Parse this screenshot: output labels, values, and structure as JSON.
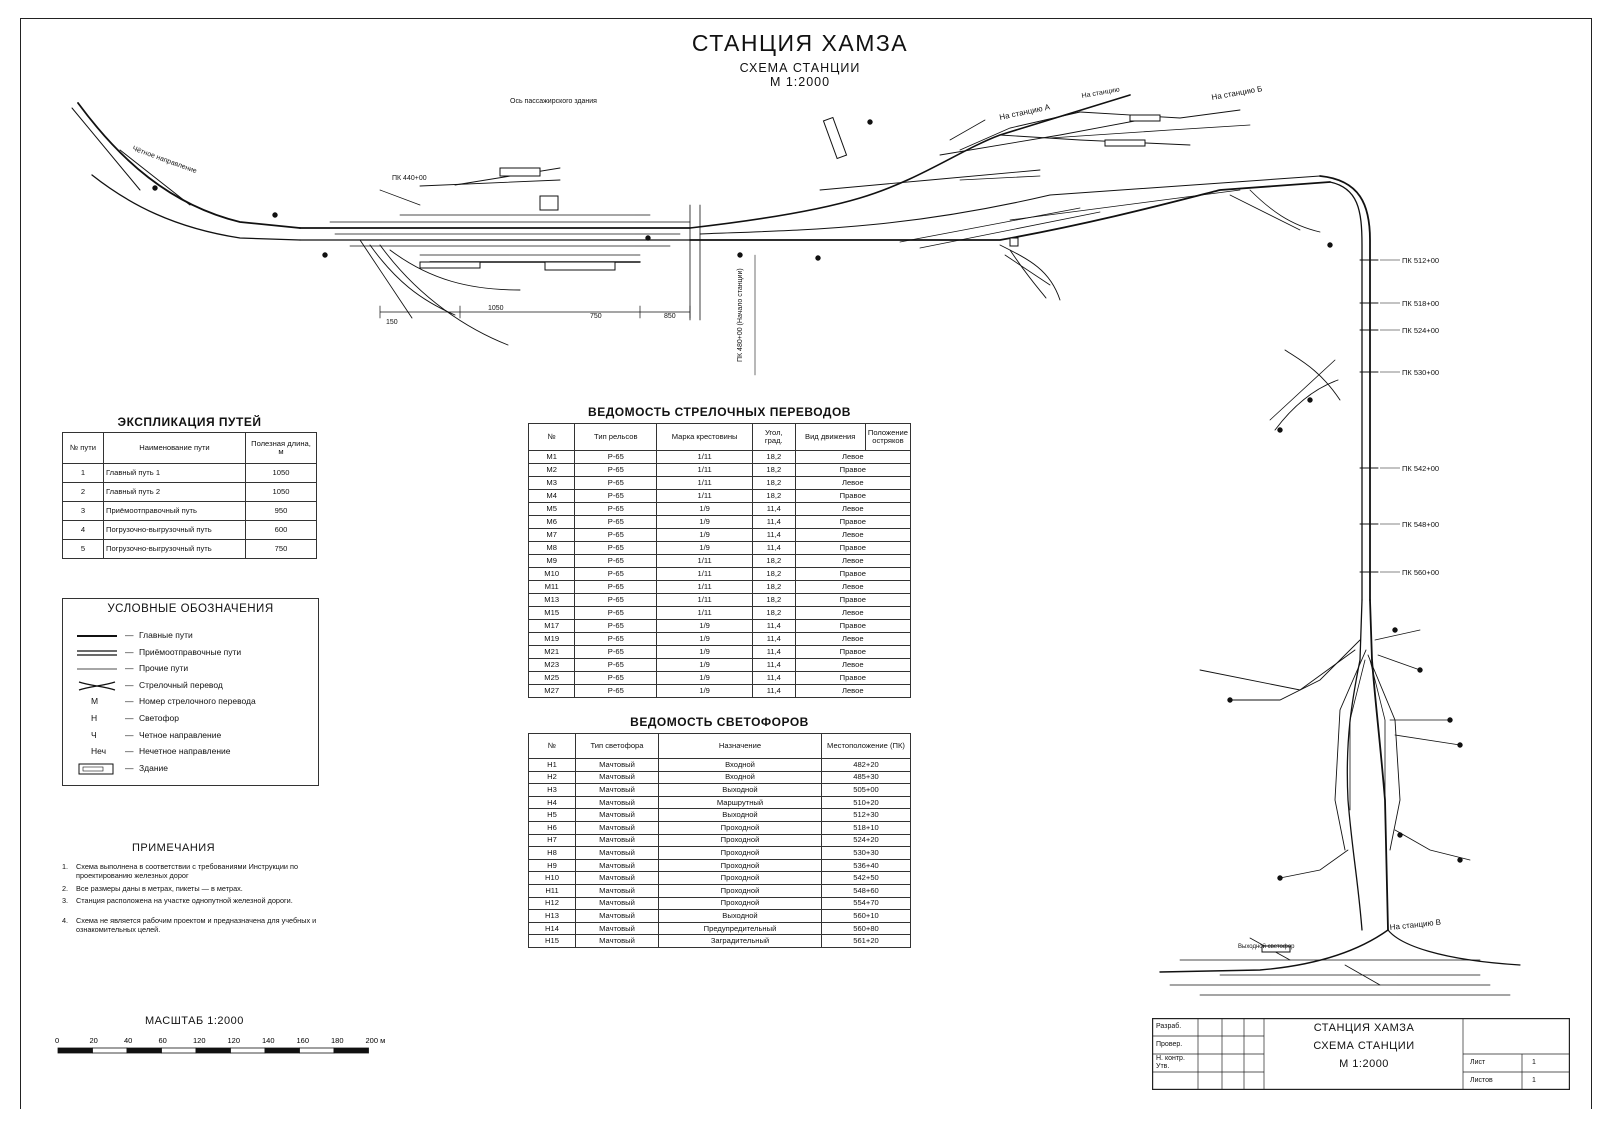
{
  "title": {
    "main": "СТАНЦИЯ ХАМЗА",
    "sub": "СХЕМА СТАНЦИИ",
    "scale": "М 1:2000"
  },
  "scheme_labels": {
    "direction_left": "Чётное направление",
    "passenger_building": "Ось пассажирского здания",
    "pk_left": "ПК 440+00",
    "to_station_a": "На станцию А",
    "to_station_b": "На станцию Б",
    "to_station_other": "На станцию",
    "to_station_v": "На станцию В",
    "pk_axis": "ПК 480+00 (Начало станции)",
    "dim_1": "150",
    "dim_2": "1050",
    "dim_3": "750",
    "dim_4": "850",
    "pk_marks": [
      "ПК 512+00",
      "ПК 518+00",
      "ПК 524+00",
      "ПК 530+00",
      "ПК 542+00",
      "ПК 548+00",
      "ПК 560+00"
    ],
    "exit_signal": "Выходной светофор"
  },
  "explication": {
    "title": "ЭКСПЛИКАЦИЯ ПУТЕЙ",
    "headers": [
      "№ пути",
      "Наименование пути",
      "Полезная длина, м"
    ],
    "rows": [
      [
        "1",
        "Главный путь 1",
        "1050"
      ],
      [
        "2",
        "Главный путь 2",
        "1050"
      ],
      [
        "3",
        "Приёмоотправочный путь",
        "950"
      ],
      [
        "4",
        "Погрузочно-выгрузочный путь",
        "600"
      ],
      [
        "5",
        "Погрузочно-выгрузочный путь",
        "750"
      ]
    ]
  },
  "switches": {
    "title": "ВЕДОМОСТЬ СТРЕЛОЧНЫХ ПЕРЕВОДОВ",
    "headers": [
      "№",
      "Тип рельсов",
      "Марка крестовины",
      "Угол, град.",
      "Вид движения",
      "Положение остряков"
    ],
    "rows": [
      [
        "М1",
        "Р-65",
        "1/11",
        "18,2",
        "Левое"
      ],
      [
        "М2",
        "Р-65",
        "1/11",
        "18,2",
        "Правое"
      ],
      [
        "М3",
        "Р-65",
        "1/11",
        "18,2",
        "Левое"
      ],
      [
        "М4",
        "Р-65",
        "1/11",
        "18,2",
        "Правое"
      ],
      [
        "М5",
        "Р-65",
        "1/9",
        "11,4",
        "Левое"
      ],
      [
        "М6",
        "Р-65",
        "1/9",
        "11,4",
        "Правое"
      ],
      [
        "М7",
        "Р-65",
        "1/9",
        "11,4",
        "Левое"
      ],
      [
        "М8",
        "Р-65",
        "1/9",
        "11,4",
        "Правое"
      ],
      [
        "М9",
        "Р-65",
        "1/11",
        "18,2",
        "Левое"
      ],
      [
        "М10",
        "Р-65",
        "1/11",
        "18,2",
        "Правое"
      ],
      [
        "М11",
        "Р-65",
        "1/11",
        "18,2",
        "Левое"
      ],
      [
        "М13",
        "Р-65",
        "1/11",
        "18,2",
        "Правое"
      ],
      [
        "М15",
        "Р-65",
        "1/11",
        "18,2",
        "Левое"
      ],
      [
        "М17",
        "Р-65",
        "1/9",
        "11,4",
        "Правое"
      ],
      [
        "М19",
        "Р-65",
        "1/9",
        "11,4",
        "Левое"
      ],
      [
        "М21",
        "Р-65",
        "1/9",
        "11,4",
        "Правое"
      ],
      [
        "М23",
        "Р-65",
        "1/9",
        "11,4",
        "Левое"
      ],
      [
        "М25",
        "Р-65",
        "1/9",
        "11,4",
        "Правое"
      ],
      [
        "М27",
        "Р-65",
        "1/9",
        "11,4",
        "Левое"
      ]
    ]
  },
  "signals": {
    "title": "ВЕДОМОСТЬ СВЕТОФОРОВ",
    "headers": [
      "№",
      "Тип светофора",
      "Назначение",
      "Местоположение (ПК)"
    ],
    "rows": [
      [
        "Н1",
        "Мачтовый",
        "Входной",
        "482+20"
      ],
      [
        "Н2",
        "Мачтовый",
        "Входной",
        "485+30"
      ],
      [
        "Н3",
        "Мачтовый",
        "Выходной",
        "505+00"
      ],
      [
        "Н4",
        "Мачтовый",
        "Маршрутный",
        "510+20"
      ],
      [
        "Н5",
        "Мачтовый",
        "Выходной",
        "512+30"
      ],
      [
        "Н6",
        "Мачтовый",
        "Проходной",
        "518+10"
      ],
      [
        "Н7",
        "Мачтовый",
        "Проходной",
        "524+20"
      ],
      [
        "Н8",
        "Мачтовый",
        "Проходной",
        "530+30"
      ],
      [
        "Н9",
        "Мачтовый",
        "Проходной",
        "536+40"
      ],
      [
        "Н10",
        "Мачтовый",
        "Проходной",
        "542+50"
      ],
      [
        "Н11",
        "Мачтовый",
        "Проходной",
        "548+60"
      ],
      [
        "Н12",
        "Мачтовый",
        "Проходной",
        "554+70"
      ],
      [
        "Н13",
        "Мачтовый",
        "Выходной",
        "560+10"
      ],
      [
        "Н14",
        "Мачтовый",
        "Предупредительный",
        "560+80"
      ],
      [
        "Н15",
        "Мачтовый",
        "Заградительный",
        "561+20"
      ]
    ]
  },
  "legend": {
    "title": "УСЛОВНЫЕ ОБОЗНАЧЕНИЯ",
    "items": [
      {
        "symbol": "main-line",
        "text": "Главные пути"
      },
      {
        "symbol": "double-line",
        "text": "Приёмоотправочные пути"
      },
      {
        "symbol": "thin-line",
        "text": "Прочие пути"
      },
      {
        "symbol": "switch-cross",
        "text": "Стрелочный перевод"
      },
      {
        "symbol": "М",
        "text": "Номер стрелочного перевода"
      },
      {
        "symbol": "Н",
        "text": "Светофор"
      },
      {
        "symbol": "Ч",
        "text": "Четное направление"
      },
      {
        "symbol": "Неч",
        "text": "Нечетное направление"
      },
      {
        "symbol": "building",
        "text": "Здание"
      }
    ]
  },
  "notes": {
    "title": "ПРИМЕЧАНИЯ",
    "items": [
      "Схема выполнена в соответствии с требованиями Инструкции по проектированию железных дорог",
      "Все размеры даны в метрах, пикеты — в метрах.",
      "Станция расположена на участке однопутной железной дороги.",
      "Схема не является рабочим проектом и предназначена для учебных и ознакомительных целей."
    ]
  },
  "scale_bar": {
    "title": "МАСШТАБ 1:2000",
    "ticks": [
      "0",
      "20",
      "40",
      "60",
      "120",
      "120",
      "140",
      "160",
      "180",
      "200 м"
    ]
  },
  "stamp": {
    "roles": [
      "Разраб.",
      "Провер.",
      "Н. контр.",
      "Утв."
    ],
    "title1": "СТАНЦИЯ ХАМЗА",
    "title2": "СХЕМА СТАНЦИИ",
    "scale": "М 1:2000",
    "sheet_label": "Лист",
    "sheet_value": "1",
    "sheets_label": "Листов",
    "sheets_value": "1"
  }
}
